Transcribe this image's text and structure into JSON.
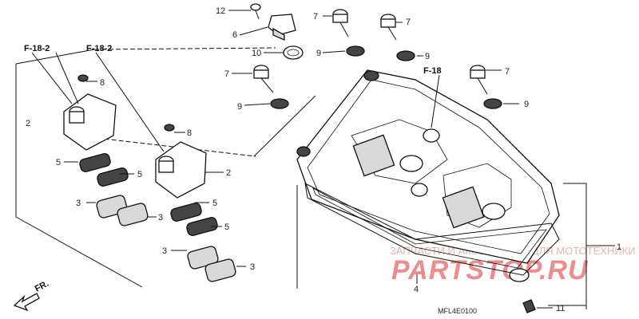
{
  "callouts": {
    "c1": "1",
    "c2a": "2",
    "c2b": "2",
    "c3a": "3",
    "c3b": "3",
    "c3c": "3",
    "c3d": "3",
    "c4": "4",
    "c5a": "5",
    "c5b": "5",
    "c5c": "5",
    "c5d": "5",
    "c6": "6",
    "c7a": "7",
    "c7b": "7",
    "c7c": "7",
    "c7d": "7",
    "c8a": "8",
    "c8b": "8",
    "c9a": "9",
    "c9b": "9",
    "c9c": "9",
    "c9d": "9",
    "c10": "10",
    "c11": "11",
    "c12": "12"
  },
  "references": {
    "f182_left": "F-18-2",
    "f182_right": "F-18-2",
    "f18": "F-18"
  },
  "direction_label": "FR.",
  "diagram_code": "MFL4E0100",
  "watermark": {
    "line1": "ЗАПЧАСТИ И АКСЕССУАРЫ ДЛЯ МОТОТЕХНИКИ",
    "line2": "PARTSTOP.RU"
  }
}
